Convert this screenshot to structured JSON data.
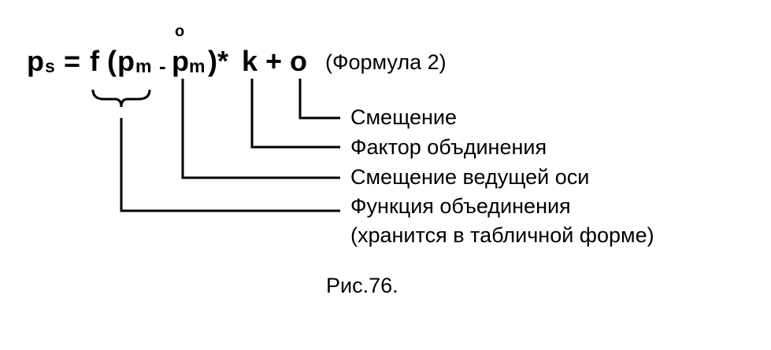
{
  "formula": {
    "lhs": "p",
    "lhs_sub": "s",
    "equals": "=",
    "func": "f",
    "paren_open": "(",
    "term1": "p",
    "term1_sub": "m",
    "minus": "-",
    "term2": "p",
    "term2_sup": "o",
    "term2_sub": "m",
    "paren_close_star": ")*",
    "factor": "k",
    "plus": "+",
    "offset": "o",
    "note": "(Формула 2)"
  },
  "labels": {
    "offset": "Смещение",
    "factor": "Фактор объдинения",
    "leading_axis_offset": "Смещение ведущей оси",
    "function_line1": "Функция объединения",
    "function_line2": "(хранится в табличной форме)"
  },
  "caption": "Рис.76."
}
